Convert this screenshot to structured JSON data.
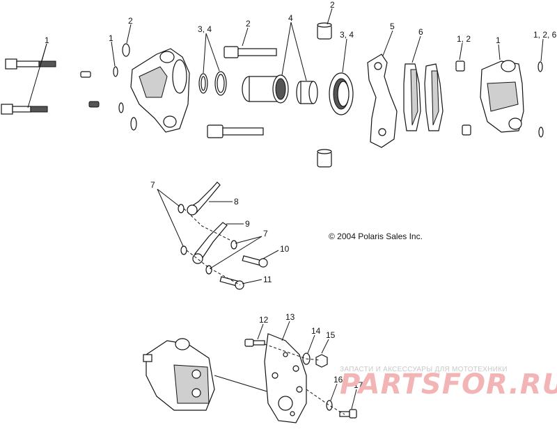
{
  "copyright": "© 2004 Polaris Sales Inc.",
  "watermark": {
    "tagline": "ЗАПАСТИ И АКСЕССУАРЫ ДЛЯ МОТОТЕХНИКИ",
    "brand": "PARTSFOR.RU",
    "color": "#f2b4b4"
  },
  "callouts": {
    "c1a": "1",
    "c2a": "2",
    "c1b": "1",
    "c34a": "3, 4",
    "c2b": "2",
    "c4": "4",
    "c2c": "2",
    "c34b": "3, 4",
    "c5": "5",
    "c6": "6",
    "c12": "1, 2",
    "c1c": "1",
    "c126": "1, 2, 6",
    "c7a": "7",
    "c8": "8",
    "c9": "9",
    "c7b": "7",
    "c10": "10",
    "c11": "11",
    "c12b": "12",
    "c13": "13",
    "c14": "14",
    "c15": "15",
    "c16": "16",
    "c17": "17"
  }
}
